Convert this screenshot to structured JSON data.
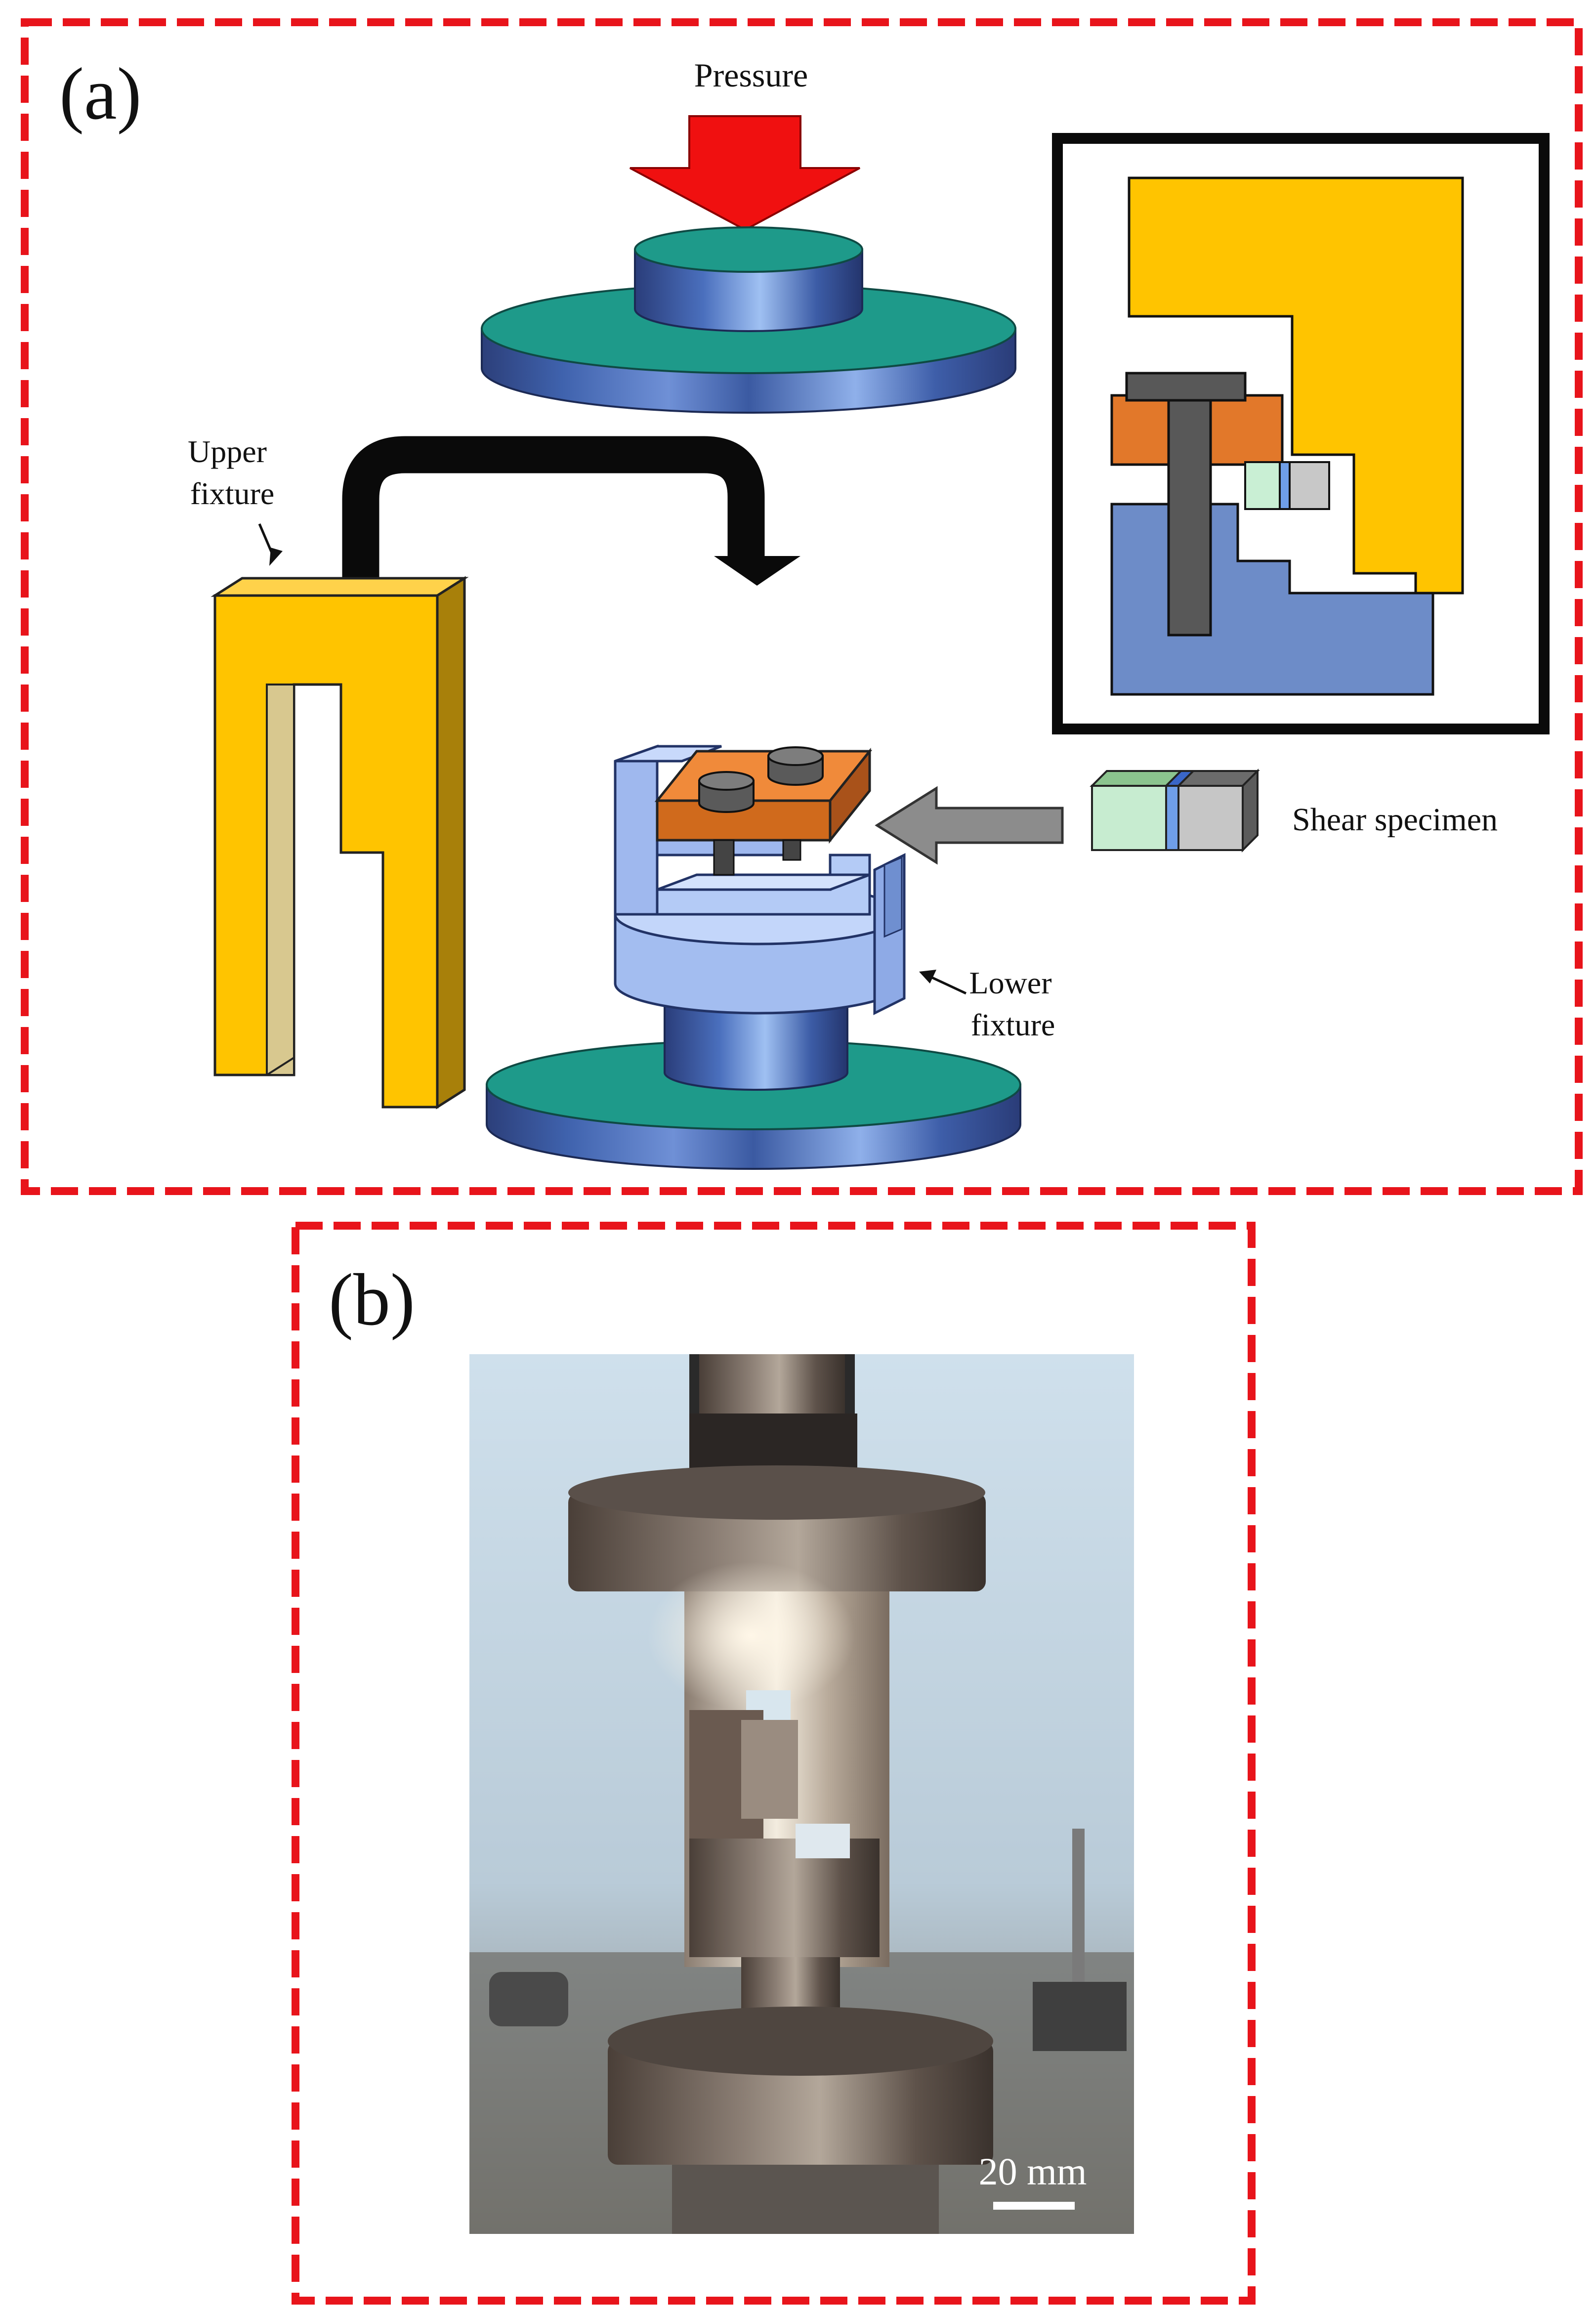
{
  "panel_a": {
    "label": "(a)",
    "pressure_label": "Pressure",
    "upper_fixture_label": [
      "Upper",
      "fixture"
    ],
    "lower_fixture_label": [
      "Lower",
      "fixture"
    ],
    "shear_specimen_label": "Shear specimen"
  },
  "panel_b": {
    "label": "(b)",
    "scale_bar_label": "20 mm"
  },
  "colors": {
    "frame_dash": "#e8141b",
    "pressure_arrow": "#f01010",
    "platen_top": "#1e9a8a",
    "platen_side": "#3b5fa8",
    "upper_fixture": "#ffc400",
    "lower_fixture": "#a9c4f5",
    "clamp_plate": "#e07828",
    "bolt": "#555555",
    "inset_base": "#6d8cc8"
  }
}
